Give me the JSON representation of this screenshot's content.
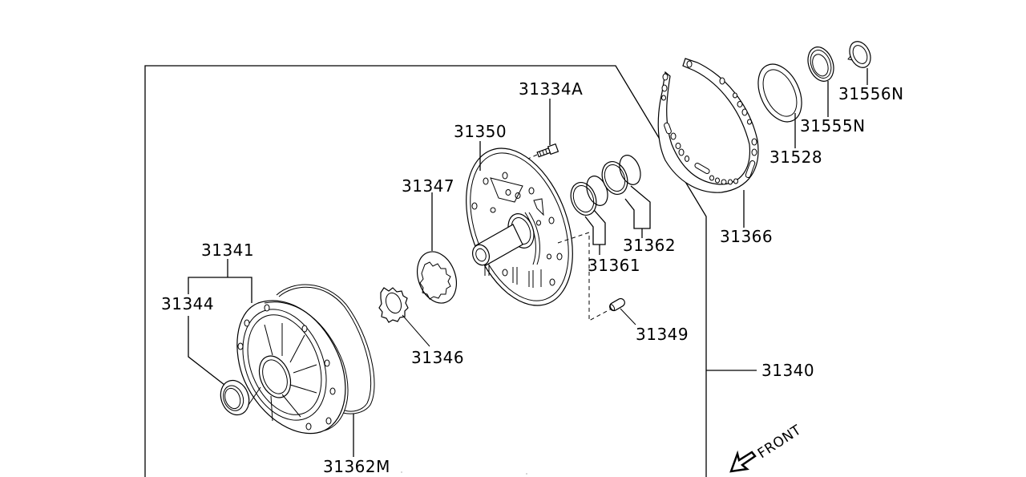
{
  "diagram": {
    "type": "exploded-parts-diagram",
    "subject": "Oil pump assembly",
    "direction_indicator": {
      "text": "FRONT",
      "icon": "front-arrow-icon"
    },
    "parts": [
      {
        "id": "31334A",
        "label": "31334A",
        "name": "bolt"
      },
      {
        "id": "31350",
        "label": "31350",
        "name": "pump-cover"
      },
      {
        "id": "31347",
        "label": "31347",
        "name": "outer-gear"
      },
      {
        "id": "31346",
        "label": "31346",
        "name": "inner-gear"
      },
      {
        "id": "31341",
        "label": "31341",
        "name": "pump-housing-assembly"
      },
      {
        "id": "31344",
        "label": "31344",
        "name": "oil-seal"
      },
      {
        "id": "31362M",
        "label": "31362M",
        "name": "o-ring"
      },
      {
        "id": "31361",
        "label": "31361",
        "name": "seal-ring"
      },
      {
        "id": "31362",
        "label": "31362",
        "name": "seal-ring"
      },
      {
        "id": "31349",
        "label": "31349",
        "name": "dowel-pin"
      },
      {
        "id": "31366",
        "label": "31366",
        "name": "gasket"
      },
      {
        "id": "31528",
        "label": "31528",
        "name": "thrust-washer"
      },
      {
        "id": "31555N",
        "label": "31555N",
        "name": "bearing-race"
      },
      {
        "id": "31556N",
        "label": "31556N",
        "name": "thrust-washer"
      },
      {
        "id": "31340",
        "label": "31340",
        "name": "oil-pump-assembly"
      }
    ]
  },
  "labels": {
    "p31334A": "31334A",
    "p31350": "31350",
    "p31347": "31347",
    "p31346": "31346",
    "p31341": "31341",
    "p31344": "31344",
    "p31362M": "31362M",
    "p31361": "31361",
    "p31362": "31362",
    "p31349": "31349",
    "p31366": "31366",
    "p31528": "31528",
    "p31555N": "31555N",
    "p31556N": "31556N",
    "p31340": "31340",
    "front": "FRONT"
  }
}
